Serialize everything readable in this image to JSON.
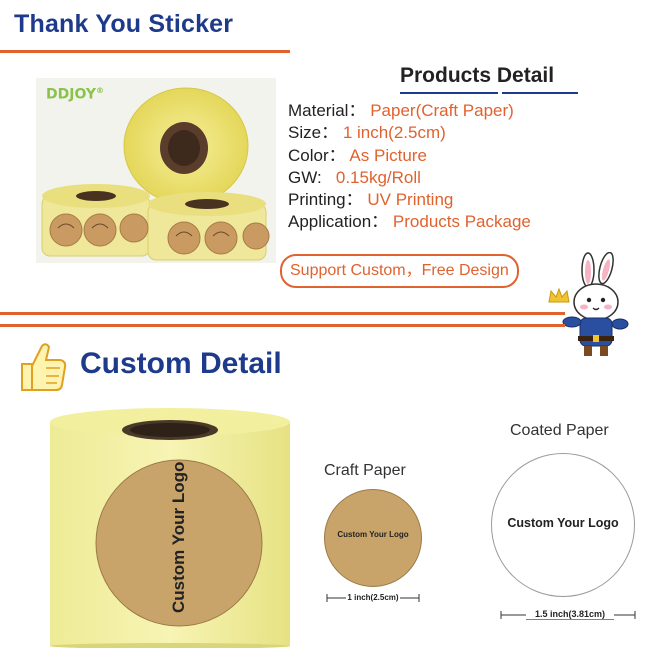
{
  "header": {
    "title": "Thank You Sticker"
  },
  "photo": {
    "brand": "DDJOY",
    "brand_mark": "®"
  },
  "products_detail": {
    "heading_part1": "Products",
    "heading_part2": "Detail",
    "rows": [
      {
        "label": "Material：",
        "value": "Paper(Craft Paper)"
      },
      {
        "label": "Size：",
        "value": "1 inch(2.5cm)"
      },
      {
        "label": "Color：",
        "value": "As Picture"
      },
      {
        "label": "GW:",
        "value": "0.15kg/Roll"
      },
      {
        "label": "Printing：",
        "value": "UV Printing"
      },
      {
        "label": "Application：",
        "value": "Products Package"
      }
    ],
    "support": "Support Custom，Free Design"
  },
  "custom_detail": {
    "title": "Custom Detail",
    "roll_logo": "Custom Your Logo",
    "craft": {
      "label": "Craft  Paper",
      "logo": "Custom Your Logo",
      "dimension": "1 inch(2.5cm)"
    },
    "coated": {
      "label": "Coated Paper",
      "logo": "Custom Your Logo",
      "dimension": "1.5 inch(3.81cm)"
    }
  },
  "colors": {
    "brand_blue": "#1e3a8a",
    "accent_orange": "#e0622f",
    "kraft": "#c9a46a",
    "roll_yellow": "#f2ef9f"
  },
  "icons": [
    "thumbs-up-icon",
    "bunny-mascot-icon",
    "crown-icon"
  ]
}
